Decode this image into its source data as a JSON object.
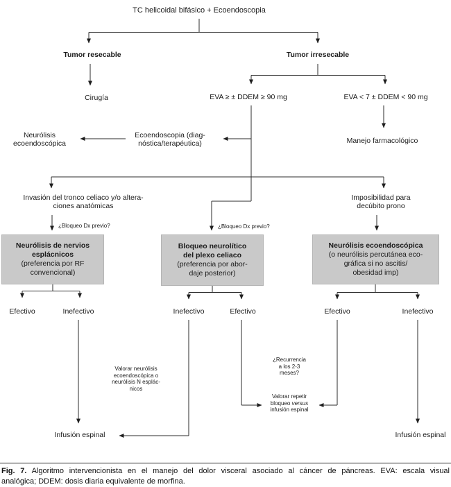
{
  "figure_type": "flowchart",
  "colors": {
    "background": "#ffffff",
    "box_fill": "#c9c9c9",
    "line": "#2b2b2b",
    "text": "#1a1a1a"
  },
  "nodes": {
    "root": "TC helicoidal bifásico + Ecoendoscopia",
    "tumor_resecable": "Tumor resecable",
    "tumor_irresecable": "Tumor irresecable",
    "cirugia": "Cirugía",
    "eva_alto": "EVA ≥ ± DDEM ≥ 90 mg",
    "eva_bajo": "EVA < 7 ± DDEM < 90 mg",
    "neurolisis_eco": [
      "Neurólisis",
      "ecoendoscópica"
    ],
    "ecoendoscopia_dx": [
      "Ecoendoscopia (diag-",
      "nóstica/terapéutica)"
    ],
    "manejo_farmacologico": "Manejo farmacológico",
    "invasion_tronco": [
      "Invasión del tronco celiaco y/o altera-",
      "ciones anatómicas"
    ],
    "imposibilidad": [
      "Imposibilidad para",
      "decúbito prono"
    ],
    "bloqueo_dx_previo_left": "¿Bloqueo Dx previo?",
    "bloqueo_dx_previo_mid": "¿Bloqueo Dx previo?",
    "box_esplacnicos": {
      "title": [
        "Neurólisis de nervios",
        "esplácnicos"
      ],
      "sub": [
        "(preferencia por RF",
        "convencional)"
      ]
    },
    "box_plexo_celiaco": {
      "title": [
        "Bloqueo neurolítico",
        "del plexo celiaco"
      ],
      "sub": [
        "(preferencia por abor-",
        "daje posterior)"
      ]
    },
    "box_ecoendoscopica": {
      "title": [
        "Neurólisis ecoendoscópica"
      ],
      "sub": [
        "(o neurólisis percutánea eco-",
        "gráfica si no ascitis/",
        "obesidad imp)"
      ]
    },
    "outcomes": {
      "efectivo": "Efectivo",
      "inefectivo": "Inefectivo"
    },
    "valorar_neurolisis": [
      "Valorar neurólisis",
      "ecoendoscópica o",
      "neurólisis N esplác-",
      "nicos"
    ],
    "recurrencia": [
      "¿Recurrencia",
      "a los 2-3",
      "meses?"
    ],
    "valorar_repetir": {
      "line1": "Valorar repetir",
      "line2_pre": "bloqueo ",
      "line2_italic": "versus",
      "line3": "infusión espinal"
    },
    "infusion_espinal_left": "Infusión espinal",
    "infusion_espinal_right": "Infusión espinal"
  },
  "caption": {
    "fig_label": "Fig. 7.",
    "text_line1": "Algoritmo intervencionista en el manejo del dolor visceral asociado al cáncer de páncreas. EVA: escala visual",
    "text_line2": "analógica; DDEM: dosis diaria equivalente de morfina."
  }
}
